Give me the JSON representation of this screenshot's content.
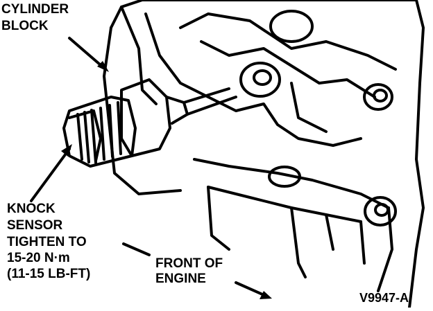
{
  "labels": {
    "cylinder_block": [
      "CYLINDER",
      "BLOCK"
    ],
    "knock_sensor": [
      "KNOCK",
      "SENSOR",
      "TIGHTEN TO",
      "15-20 N·m",
      "(11-15 LB-FT)"
    ],
    "front_of_engine": [
      "FRONT OF",
      "ENGINE"
    ],
    "figure_code": "V9947-A"
  },
  "colors": {
    "ink": "#000000",
    "paper": "#ffffff"
  }
}
